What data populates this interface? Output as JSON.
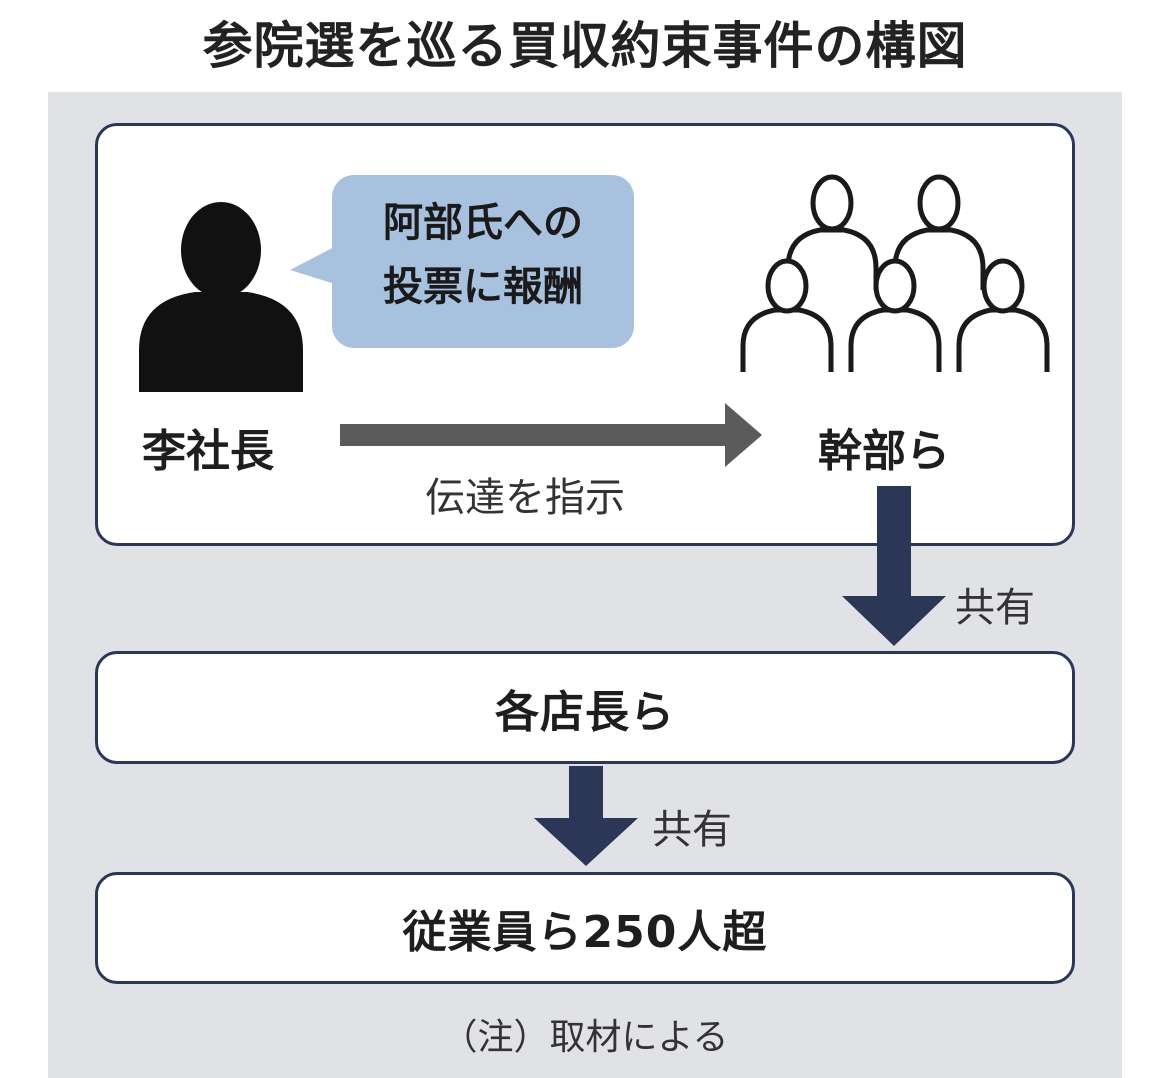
{
  "title": "参院選を巡る買収約束事件の構図",
  "top_box": {
    "speech_bubble_lines": [
      "阿部氏への",
      "投票に報酬"
    ],
    "president_label": "李社長",
    "instruction_label": "伝達を指示",
    "executives_label": "幹部ら"
  },
  "share_label_1": "共有",
  "store_managers_label": "各店長ら",
  "share_label_2": "共有",
  "employees_label": "従業員ら250人超",
  "note": "（注）取材による",
  "colors": {
    "background_panel": "#e1e2e5",
    "box_border": "#2c3657",
    "bubble": "#a8c1de",
    "gray_arrow": "#5b5b5b",
    "navy_arrow": "#2c3657"
  },
  "icons": [
    "person-silhouette-icon",
    "group-of-people-icon"
  ]
}
